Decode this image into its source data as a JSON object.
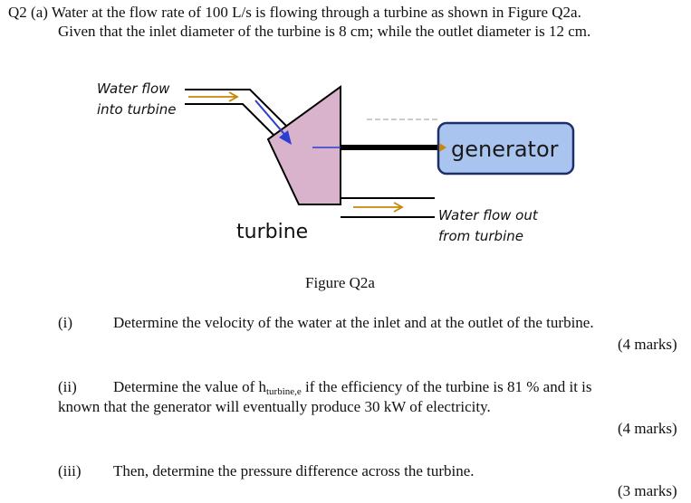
{
  "question": {
    "line1": "Q2 (a) Water at the flow rate of 100 L/s is flowing through a turbine as shown in Figure Q2a.",
    "line2": "Given that the inlet diameter of the turbine is 8 cm; while the outlet diameter is 12 cm."
  },
  "figure": {
    "inlet_label_1": "Water flow",
    "inlet_label_2": "into turbine",
    "generator_label": "generator",
    "turbine_label": "turbine",
    "outlet_label_1": "Water flow out",
    "outlet_label_2": "from turbine",
    "caption": "Figure Q2a"
  },
  "parts": {
    "i": {
      "num": "(i)",
      "text": "Determine the velocity of the water at the inlet and at the outlet of the turbine.",
      "marks": "(4 marks)"
    },
    "ii": {
      "num": "(ii)",
      "text_a": "Determine the value of h",
      "subscript": "turbine,e",
      "text_b": " if the efficiency of the turbine is 81 % and it is",
      "text_line2": "known that the generator will eventually produce 30 kW of electricity.",
      "marks": "(4 marks)"
    },
    "iii": {
      "num": "(iii)",
      "text": "Then, determine the pressure difference across the turbine.",
      "marks": "(3 marks)"
    }
  },
  "colors": {
    "turbine_fill": "#d9b3cb",
    "generator_fill": "#aac4f0",
    "arrow_orange": "#c8860a",
    "arrow_blue": "#2a3fd0"
  }
}
